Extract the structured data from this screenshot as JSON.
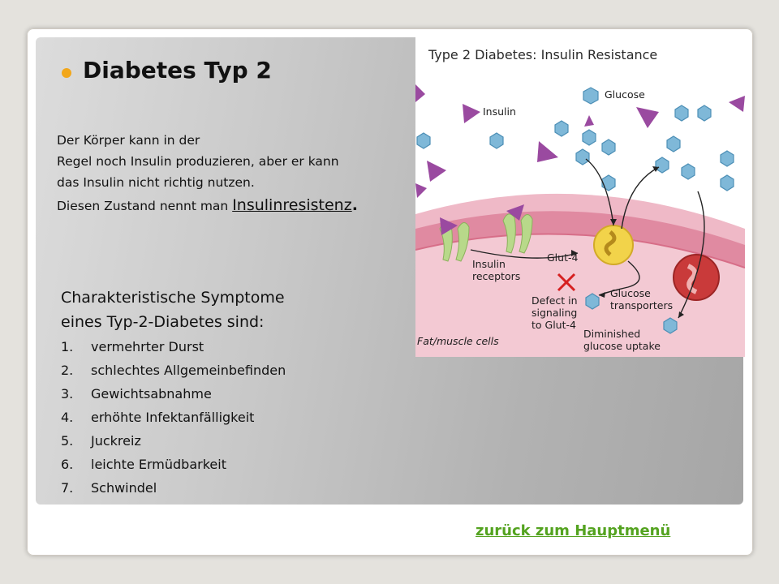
{
  "slide": {
    "title": "Diabetes Typ 2",
    "intro_line1": "Der Körper kann in der",
    "intro_line2": "Regel noch Insulin produzieren, aber er kann",
    "intro_line3": "das Insulin nicht richtig nutzen.",
    "intro_line4_prefix": "Diesen Zustand nennt man ",
    "intro_term": "Insulinresistenz",
    "intro_term_suffix": ".",
    "symptoms_heading_line1": "Charakteristische Symptome",
    "symptoms_heading_line2": "eines  Typ-2-Diabetes sind:",
    "symptoms": [
      {
        "num": "1.",
        "text": "vermehrter Durst"
      },
      {
        "num": "2.",
        "text": "schlechtes Allgemeinbefinden"
      },
      {
        "num": "3.",
        "text": "Gewichtsabnahme"
      },
      {
        "num": "4.",
        "text": "erhöhte Infektanfälligkeit"
      },
      {
        "num": "5.",
        "text": "Juckreiz"
      },
      {
        "num": "6.",
        "text": "leichte Ermüdbarkeit"
      },
      {
        "num": "7.",
        "text": "Schwindel"
      }
    ],
    "back_link": "zurück zum Hauptmenü"
  },
  "figure": {
    "title": "Type 2 Diabetes: Insulin Resistance",
    "label_insulin": "Insulin",
    "label_glucose": "Glucose",
    "label_glut4": "Glut-4",
    "label_receptors_1": "Insulin",
    "label_receptors_2": "receptors",
    "label_defect_1": "Defect in",
    "label_defect_2": "signaling",
    "label_defect_3": "to Glut-4",
    "label_transporters_1": "Glucose",
    "label_transporters_2": "transporters",
    "label_cells": "Fat/muscle cells",
    "label_uptake_1": "Diminished",
    "label_uptake_2": "glucose uptake"
  },
  "colors": {
    "bullet": "#f2a71b",
    "link": "#54a320",
    "insulin": "#9a4aa0",
    "glucose": "#7fb8d8",
    "cell": "#d8778e"
  }
}
